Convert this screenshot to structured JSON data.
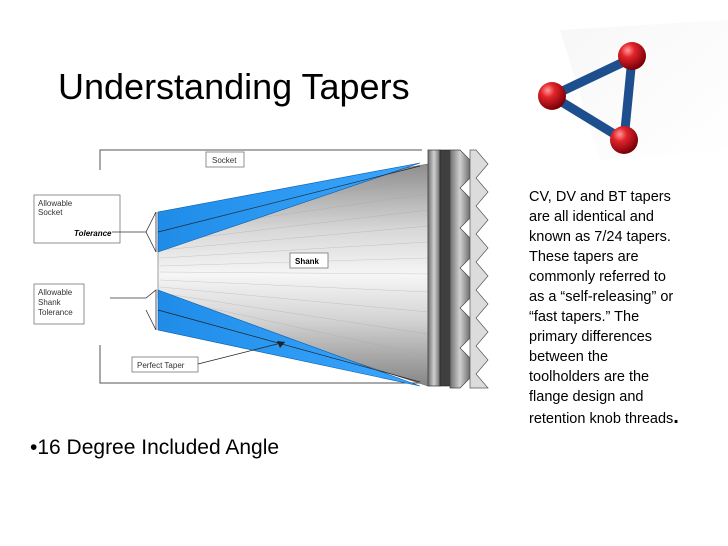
{
  "title": "Understanding Tapers",
  "diagram": {
    "socket_label": "Socket",
    "shank_label": "Shank",
    "perfect_taper_label": "Perfect Taper",
    "allowable_socket_line1": "Allowable",
    "allowable_socket_line2": "Socket",
    "tolerance_label": "Tolerance",
    "allowable_shank_line1": "Allowable",
    "allowable_shank_line2": "Shank",
    "allowable_shank_line3": "Tolerance"
  },
  "bullet": "•16 Degree Included Angle",
  "side_text": {
    "body": "CV, DV and BT tapers are all identical and known as 7/24 tapers. These tapers are commonly referred to as a “self-releasing” or “fast tapers.” The primary differences between the toolholders are the flange design and retention knob threads",
    "period": "."
  },
  "colors": {
    "tolerance_blue": "#1e90ff",
    "logo_blue": "#1d4f8f",
    "logo_sphere": "#d4131c"
  }
}
